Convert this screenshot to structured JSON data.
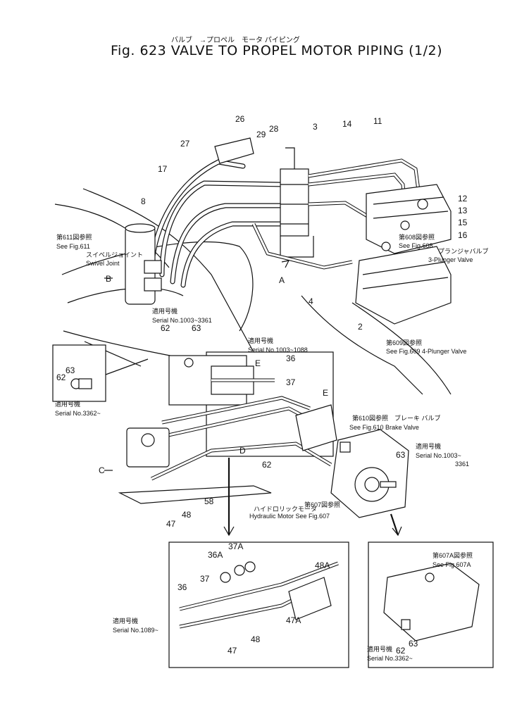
{
  "header": {
    "kana_line": "バルブ　→プロペル　モータ パイピング",
    "title": "Fig. 623 VALVE TO PROPEL MOTOR PIPING (1/2)"
  },
  "part_numbers": [
    "26",
    "29",
    "28",
    "3",
    "14",
    "11",
    "27",
    "17",
    "8",
    "12",
    "13",
    "15",
    "16",
    "4",
    "2",
    "62",
    "63",
    "36",
    "37",
    "E",
    "E",
    "D",
    "62",
    "63",
    "47",
    "48",
    "58",
    "63",
    "62",
    "37A",
    "36A",
    "36",
    "37",
    "48A",
    "47A",
    "47",
    "48",
    "62",
    "63"
  ],
  "annotations": {
    "see611_jp": "第611図参照",
    "see611": "See Fig.611",
    "swivel_jp": "スイベルジョイント",
    "swivel": "Swivel Joint",
    "see608_jp": "第608図参照",
    "see608": "See Fig.608",
    "plunger3_jp": "プランジャバルブ",
    "plunger3": "3-Plunger Valve",
    "see609_jp": "第609図参照",
    "see609": "See Fig.609  4-Plunger Valve",
    "serial_jp_1": "適用号機",
    "serial_1": "Serial No.1003~3361",
    "serial_jp_2": "適用号機",
    "serial_2": "Serial No.1003~1088",
    "serial_jp_3": "適用号機",
    "serial_3": "Serial No.3362~",
    "see610_jp": "第610図参照　ブレーキ バルブ",
    "see610": "See Fig.610 Brake Valve",
    "serial_jp_4": "適用号機",
    "serial_4a": "Serial No.1003~",
    "serial_4b": "3361",
    "hydmotor_jp": "第607図参照",
    "hydmotor_jp2": "ハイドロリックモータ",
    "hydmotor": "Hydraulic Motor  See Fig.607",
    "serial_jp_5": "適用号機",
    "serial_5": "Serial No.1089~",
    "see607a_jp": "第607A図参照",
    "see607a": "See Fig.607A",
    "serial_jp_6": "適用号機",
    "serial_6": "Serial No.3362~"
  },
  "view_labels": {
    "A": "A",
    "B": "B",
    "C": "C"
  }
}
